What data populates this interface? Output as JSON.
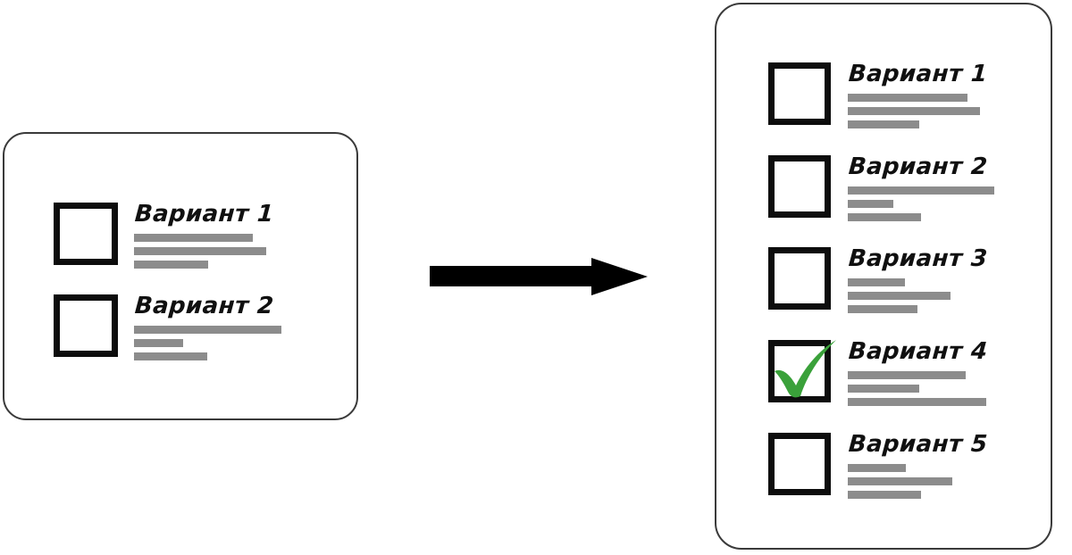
{
  "meta": {
    "diagram_type": "before-after comparison",
    "background_color": "#ffffff",
    "accent_green": "#3aa13a",
    "bar_gray": "#8c8c8c",
    "ink_black": "#0d0d0d",
    "card_border": "#3a3a3a"
  },
  "arrow": {
    "name": "right-arrow",
    "direction": "right",
    "color": "#000000"
  },
  "before_card": {
    "title": "",
    "options": [
      {
        "label": "Вариант 1",
        "checked": false,
        "bar_widths": [
          133,
          148,
          83
        ]
      },
      {
        "label": "Вариант 2",
        "checked": false,
        "bar_widths": [
          165,
          55,
          82
        ]
      }
    ]
  },
  "after_card": {
    "title": "",
    "options": [
      {
        "label": "Вариант 1",
        "checked": false,
        "bar_widths": [
          134,
          148,
          80
        ]
      },
      {
        "label": "Вариант 2",
        "checked": false,
        "bar_widths": [
          164,
          51,
          82
        ]
      },
      {
        "label": "Вариант 3",
        "checked": false,
        "bar_widths": [
          64,
          115,
          78
        ]
      },
      {
        "label": "Вариант 4",
        "checked": true,
        "bar_widths": [
          132,
          80,
          155
        ]
      },
      {
        "label": "Вариант 5",
        "checked": false,
        "bar_widths": [
          65,
          117,
          82
        ]
      }
    ]
  }
}
